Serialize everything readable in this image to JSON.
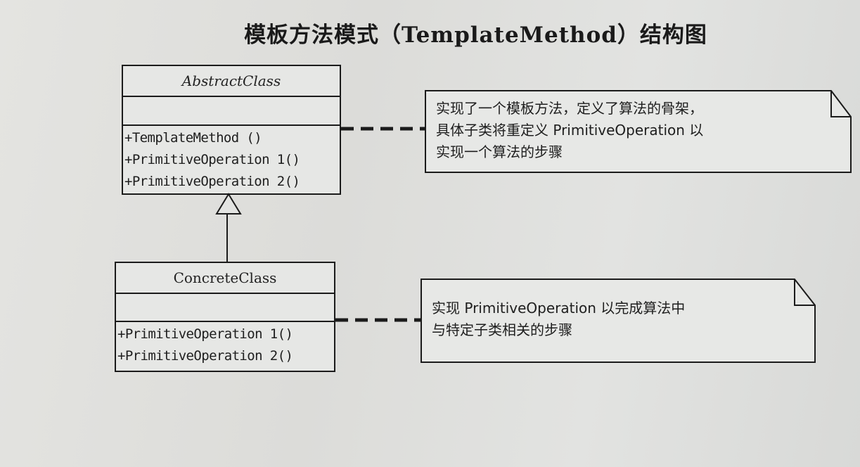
{
  "title": "模板方法模式（TemplateMethod）结构图",
  "abstract_class": {
    "name": "AbstractClass",
    "attributes": [],
    "operations": [
      "+TemplateMethod ()",
      "+PrimitiveOperation 1()",
      "+PrimitiveOperation 2()"
    ]
  },
  "concrete_class": {
    "name": "ConcreteClass",
    "attributes": [],
    "operations": [
      "+PrimitiveOperation 1()",
      "+PrimitiveOperation 2()"
    ]
  },
  "notes": {
    "abstract_note": {
      "lines": [
        "实现了一个模板方法，定义了算法的骨架，",
        "具体子类将重定义 PrimitiveOperation 以",
        "实现一个算法的步骤"
      ]
    },
    "concrete_note": {
      "lines": [
        "实现 PrimitiveOperation 以完成算法中",
        "与特定子类相关的步骤"
      ]
    }
  },
  "relations": [
    {
      "type": "generalization",
      "from": "ConcreteClass",
      "to": "AbstractClass"
    },
    {
      "type": "note-link",
      "from": "AbstractClass",
      "to": "abstract_note"
    },
    {
      "type": "note-link",
      "from": "ConcreteClass",
      "to": "concrete_note"
    }
  ],
  "colors": {
    "background": "#e0e1de",
    "line": "#1b1b1b"
  }
}
